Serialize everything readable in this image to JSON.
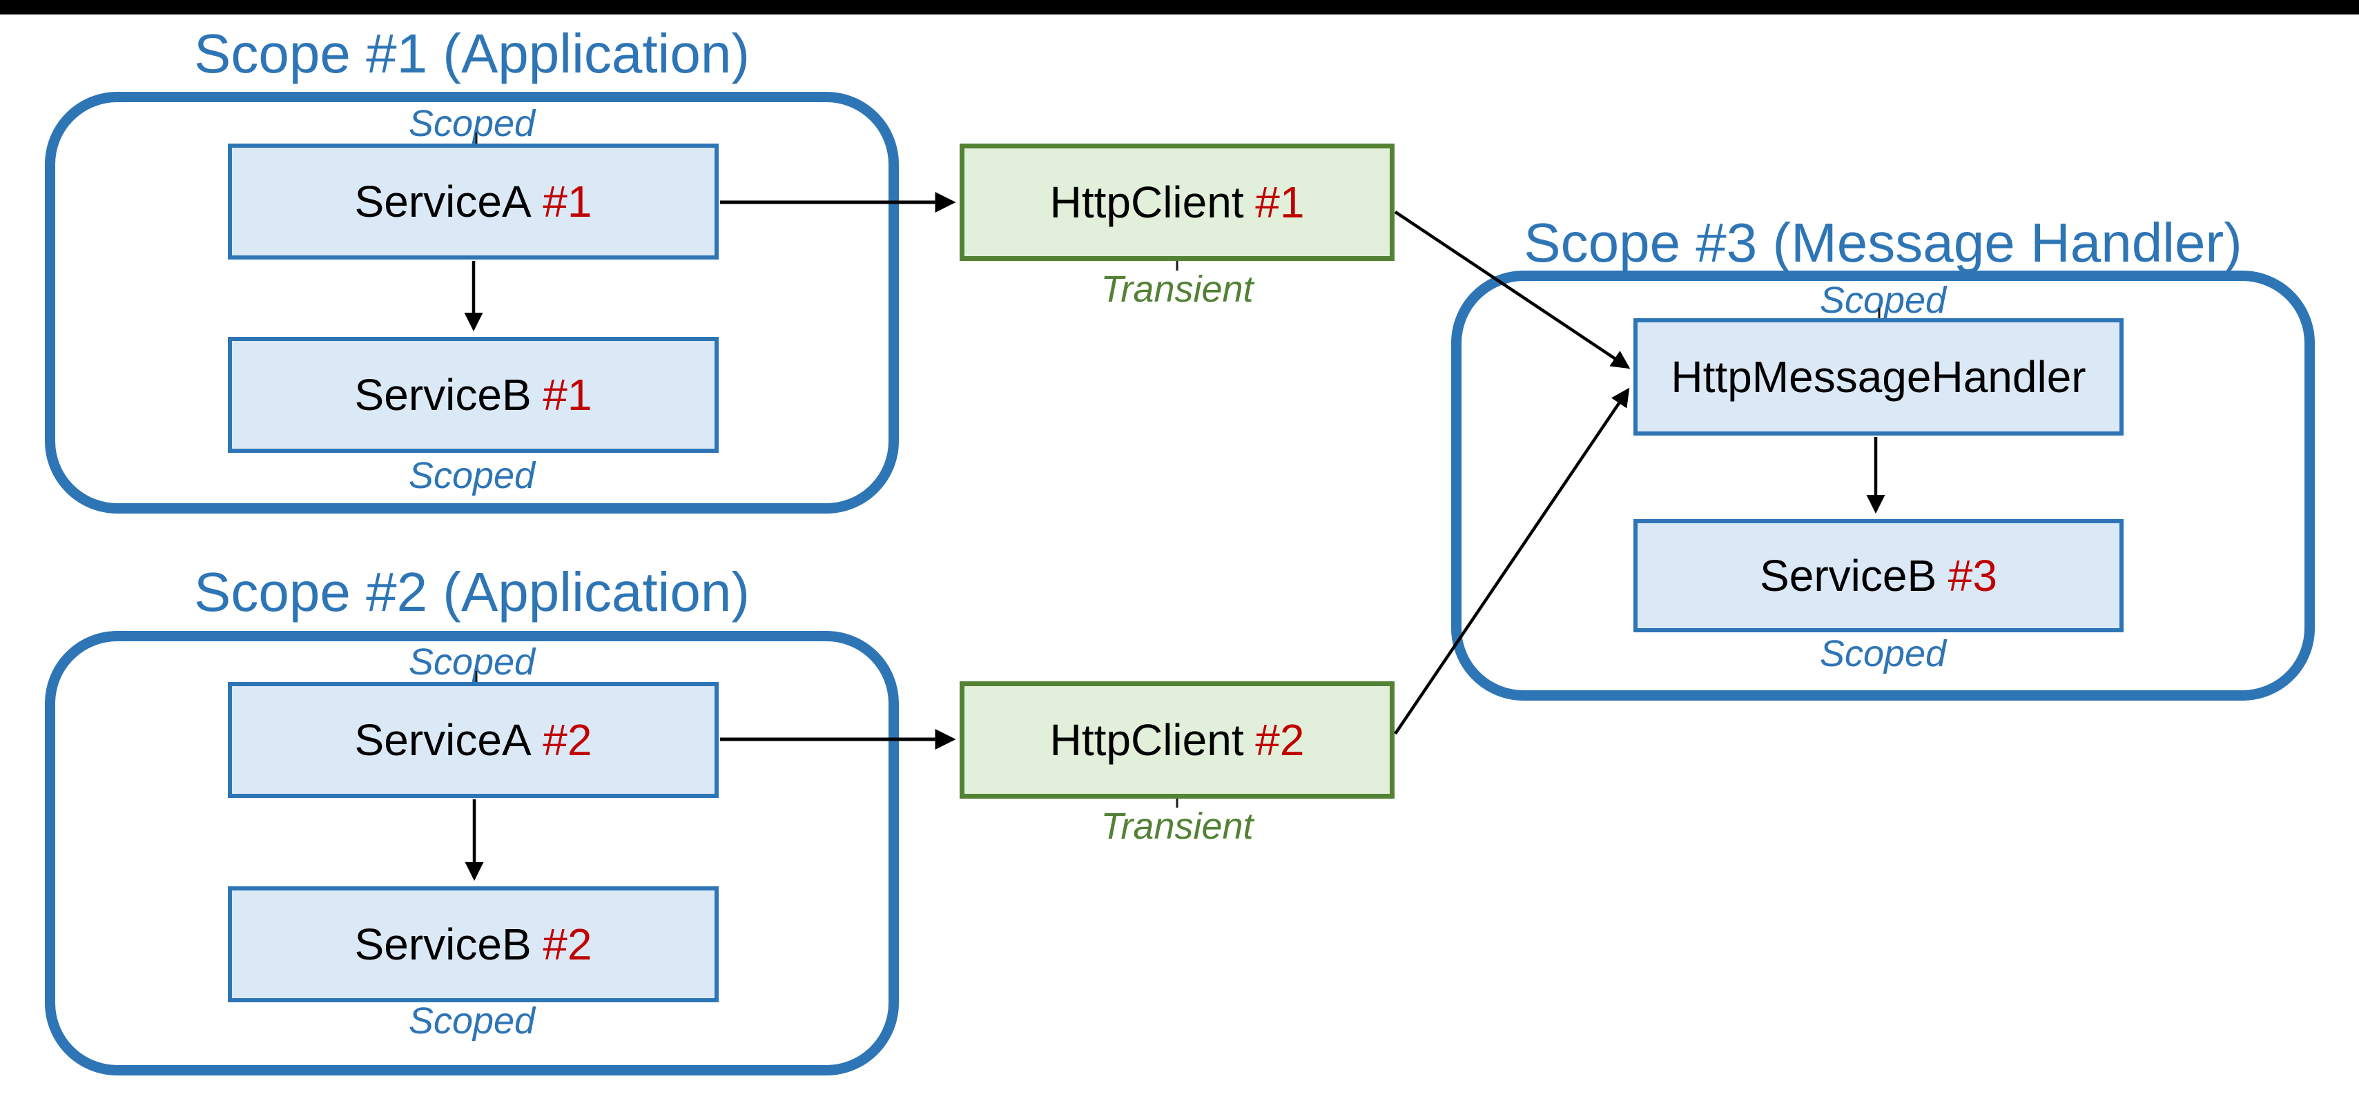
{
  "page": {
    "background": "#ffffff",
    "top_bar_color": "#000000"
  },
  "colors": {
    "accent_blue": "#2e75b6",
    "node_fill_blue": "#dbe8f5",
    "node_fill_green": "#e2efda",
    "node_border_green": "#548235",
    "lifetime_green": "#538135",
    "instance_red": "#c00000",
    "arrow_black": "#000000"
  },
  "scopes": [
    {
      "title": "Scope #1 (Application)",
      "top_label": "Scoped",
      "bottom_label": "Scoped",
      "nodes": [
        {
          "name": "ServiceA",
          "instance": "#1"
        },
        {
          "name": "ServiceB",
          "instance": "#1"
        }
      ]
    },
    {
      "title": "Scope #2 (Application)",
      "top_label": "Scoped",
      "bottom_label": "Scoped",
      "nodes": [
        {
          "name": "ServiceA",
          "instance": "#2"
        },
        {
          "name": "ServiceB",
          "instance": "#2"
        }
      ]
    },
    {
      "title": "Scope #3 (Message Handler)",
      "top_label": "Scoped",
      "bottom_label": "Scoped",
      "nodes": [
        {
          "name": "HttpMessageHandler",
          "instance": ""
        },
        {
          "name": "ServiceB",
          "instance": "#3"
        }
      ]
    }
  ],
  "clients": [
    {
      "name": "HttpClient",
      "instance": "#1",
      "lifetime_label": "Transient"
    },
    {
      "name": "HttpClient",
      "instance": "#2",
      "lifetime_label": "Transient"
    }
  ]
}
